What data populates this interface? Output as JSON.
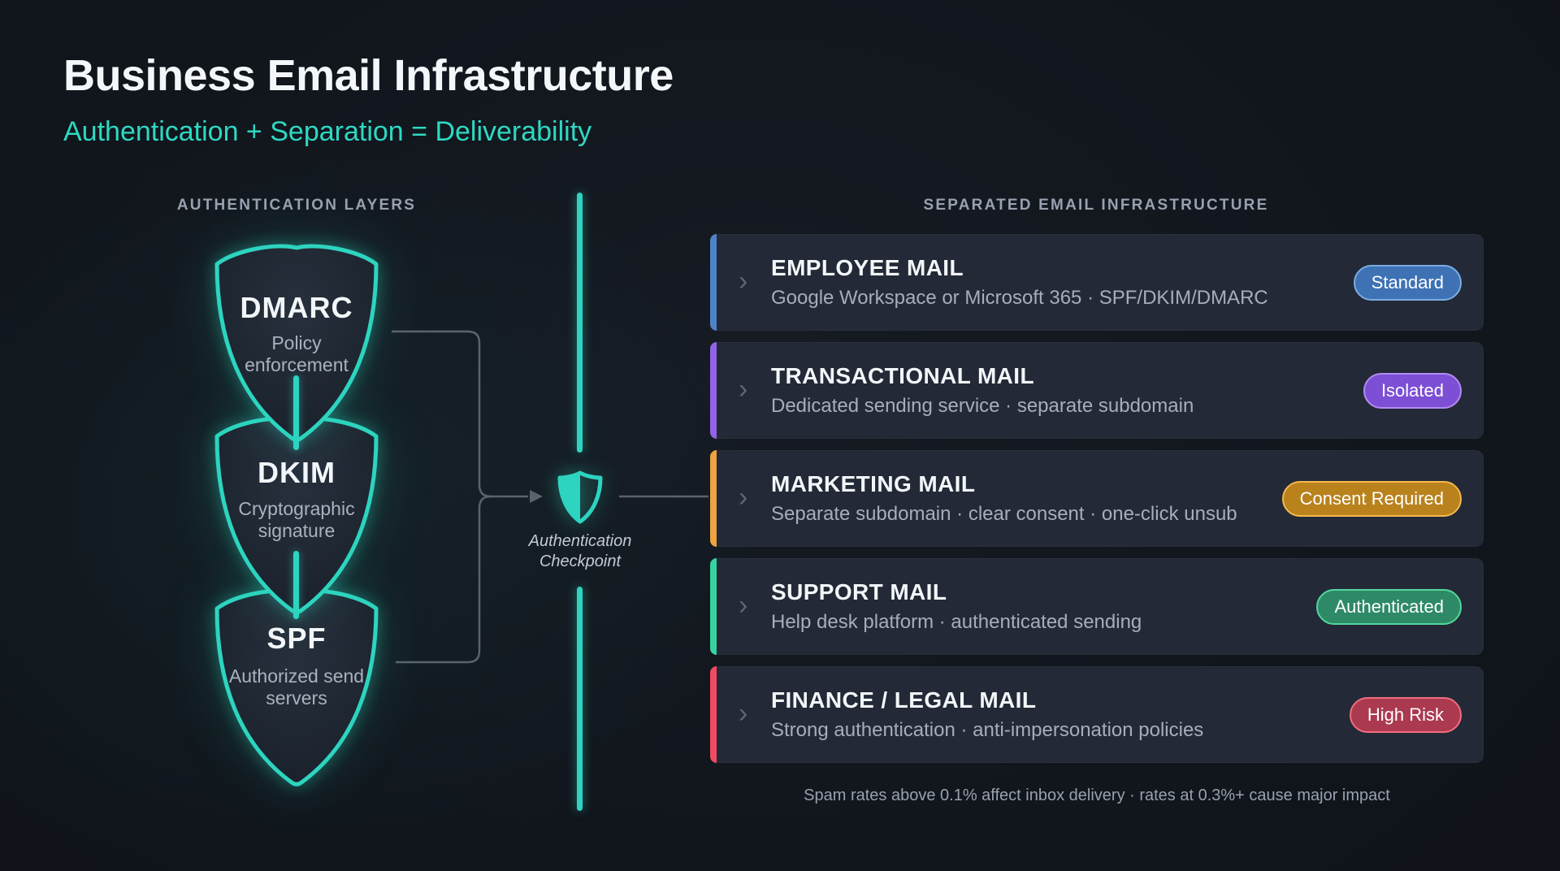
{
  "header": {
    "title": "Business Email Infrastructure",
    "subtitle": "Authentication + Separation = Deliverability"
  },
  "auth_layers": {
    "label": "AUTHENTICATION LAYERS",
    "shields": [
      {
        "name": "DMARC",
        "desc_line1": "Policy",
        "desc_line2": "enforcement"
      },
      {
        "name": "DKIM",
        "desc_line1": "Cryptographic",
        "desc_line2": "signature"
      },
      {
        "name": "SPF",
        "desc_line1": "Authorized send",
        "desc_line2": "servers"
      }
    ]
  },
  "checkpoint": {
    "label_line1": "Authentication",
    "label_line2": "Checkpoint"
  },
  "infrastructure": {
    "label": "SEPARATED EMAIL INFRASTRUCTURE",
    "cards": [
      {
        "title": "EMPLOYEE MAIL",
        "description": "Google Workspace or Microsoft 365 · SPF/DKIM/DMARC",
        "badge": "Standard",
        "accent_color": "#4f83c8",
        "badge_bg": "#3e72b5",
        "badge_border": "#79ade4"
      },
      {
        "title": "TRANSACTIONAL MAIL",
        "description": "Dedicated sending service · separate subdomain",
        "badge": "Isolated",
        "accent_color": "#9263e6",
        "badge_bg": "#7c4fd4",
        "badge_border": "#b18cf2"
      },
      {
        "title": "MARKETING MAIL",
        "description": "Separate subdomain · clear consent · one-click unsub",
        "badge": "Consent Required",
        "accent_color": "#eda33f",
        "badge_bg": "#b9821d",
        "badge_border": "#f3b94d"
      },
      {
        "title": "SUPPORT MAIL",
        "description": "Help desk platform · authenticated sending",
        "badge": "Authenticated",
        "accent_color": "#37d39f",
        "badge_bg": "#2e8a66",
        "badge_border": "#52d89e"
      },
      {
        "title": "FINANCE / LEGAL MAIL",
        "description": "Strong authentication · anti-impersonation policies",
        "badge": "High Risk",
        "accent_color": "#f04a61",
        "badge_bg": "#ab3950",
        "badge_border": "#f26d80"
      }
    ]
  },
  "footer": {
    "note": "Spam rates above 0.1% affect inbox delivery · rates at 0.3%+ cause major impact"
  },
  "icons": {
    "chevron": "›"
  },
  "colors": {
    "teal_accent": "#2dd4bf",
    "connector_grey": "#5a626d",
    "card_bg": "#232936",
    "page_bg": "#11151c"
  }
}
